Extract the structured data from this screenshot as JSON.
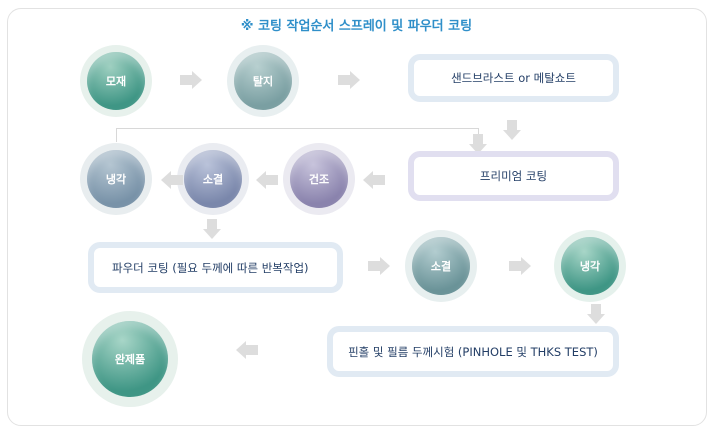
{
  "title": "※ 코팅 작업순서 스프레이 및 파우더 코팅",
  "steps": {
    "base": "모재",
    "degrease": "탈지",
    "blast": "샌드브라스트 or 메탈쇼트",
    "premium": "프리미엄 코팅",
    "dry": "건조",
    "sinter1": "소결",
    "cool1": "냉각",
    "powder": "파우더 코팅 (필요 두께에 따른 반복작업)",
    "sinter2": "소결",
    "cool2": "냉각",
    "test": "핀홀 및 필름 두께시험 (PINHOLE 및 THKS TEST)",
    "finished": "완제품"
  },
  "colors": {
    "title": "#2f8fc9",
    "green": "#4f9e93",
    "gray_teal": "#7fa3a6",
    "slate": "#7a8fae",
    "purple": "#8d87b0"
  }
}
